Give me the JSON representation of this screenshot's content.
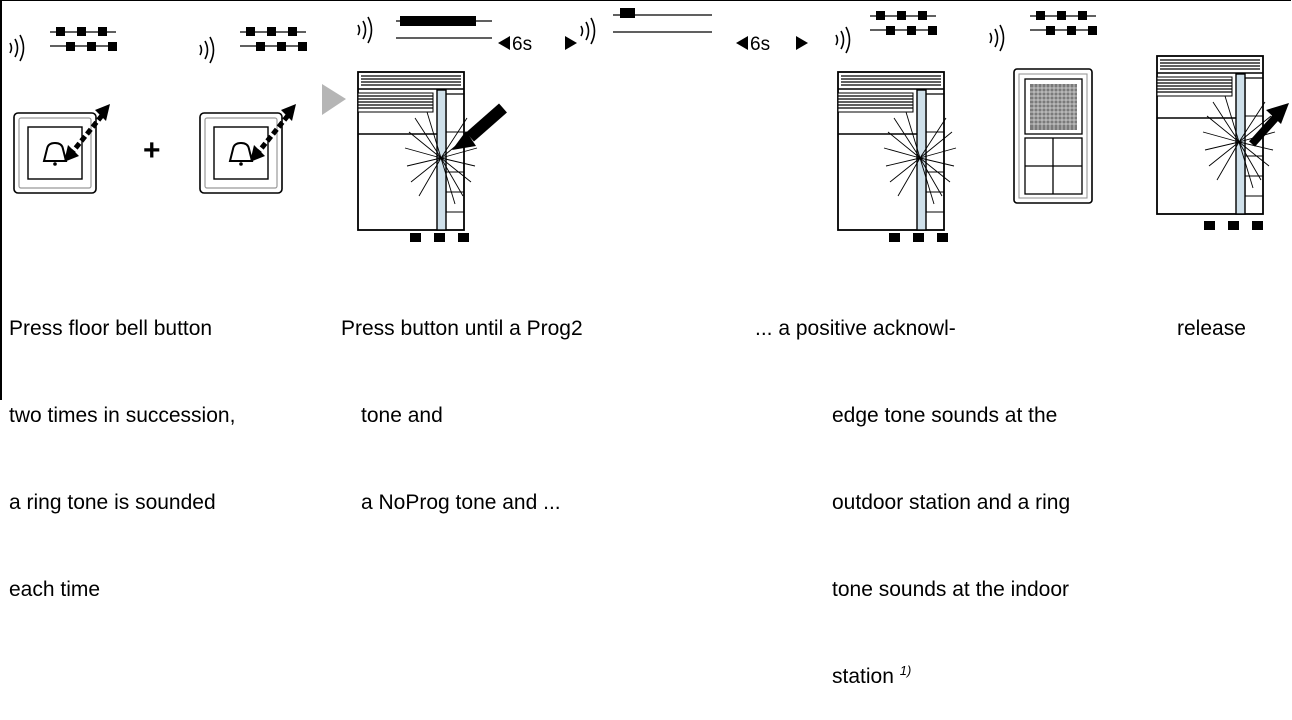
{
  "timing": {
    "delay_1": "6s",
    "delay_2": "6s"
  },
  "operator": {
    "plus": "+"
  },
  "steps": [
    {
      "lines": [
        "Press floor bell button",
        "two times in succession,",
        "a ring tone is sounded",
        "each time"
      ]
    },
    {
      "lines": [
        "Press button until a Prog2",
        "tone and",
        "a NoProg tone and ..."
      ]
    },
    {
      "lines": [
        "... a positive acknowl-",
        "edge tone sounds at the",
        "outdoor station and a ring",
        "tone sounds at the indoor",
        "station"
      ],
      "footnote": "1)"
    },
    {
      "lines": [
        "release"
      ]
    }
  ],
  "icons": [
    "sound-wave-icon",
    "prog-signal-icon",
    "bell-button-icon",
    "arrow-icon",
    "indoor-station-icon",
    "outdoor-station-icon"
  ]
}
